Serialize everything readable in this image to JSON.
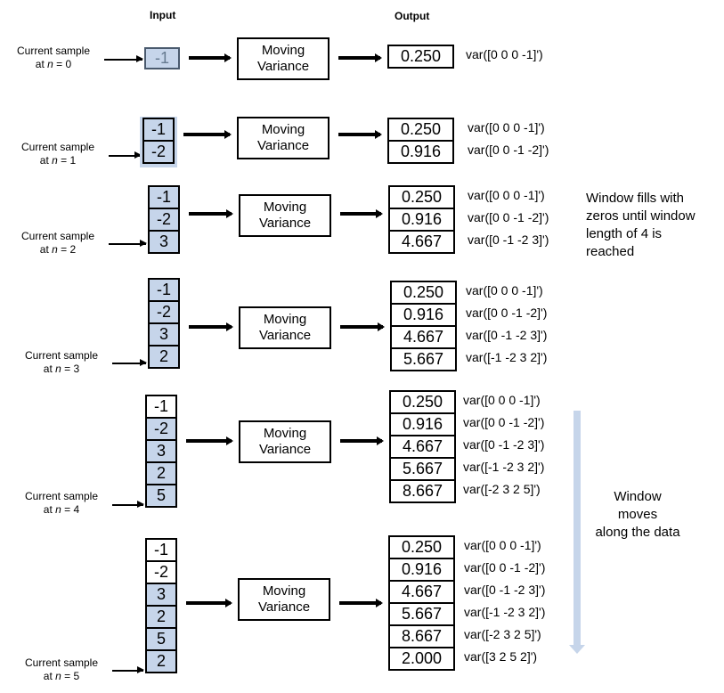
{
  "headers": {
    "input": "Input",
    "output": "Output"
  },
  "block_label": [
    "Moving",
    "Variance"
  ],
  "sample_label_prefix": "Current sample",
  "sample_label_at": "at",
  "sample_label_var": "n",
  "sample_label_eq": "=",
  "steps": [
    {
      "n": "0",
      "inputs": [
        "-1"
      ],
      "highlighted": [
        true
      ],
      "outputs": [
        "0.250"
      ],
      "exprs": [
        "var([0 0 0 -1]')"
      ]
    },
    {
      "n": "1",
      "inputs": [
        "-1",
        "-2"
      ],
      "highlighted": [
        true,
        true
      ],
      "outputs": [
        "0.250",
        "0.916"
      ],
      "exprs": [
        "var([0 0 0 -1]')",
        "var([0 0 -1 -2]')"
      ]
    },
    {
      "n": "2",
      "inputs": [
        "-1",
        "-2",
        "3"
      ],
      "highlighted": [
        true,
        true,
        true
      ],
      "outputs": [
        "0.250",
        "0.916",
        "4.667"
      ],
      "exprs": [
        "var([0 0 0 -1]')",
        "var([0 0 -1 -2]')",
        "var([0 -1 -2 3]')"
      ]
    },
    {
      "n": "3",
      "inputs": [
        "-1",
        "-2",
        "3",
        "2"
      ],
      "highlighted": [
        true,
        true,
        true,
        true
      ],
      "outputs": [
        "0.250",
        "0.916",
        "4.667",
        "5.667"
      ],
      "exprs": [
        "var([0 0 0 -1]')",
        "var([0 0 -1 -2]')",
        "var([0 -1 -2 3]')",
        "var([-1 -2 3 2]')"
      ]
    },
    {
      "n": "4",
      "inputs": [
        "-1",
        "-2",
        "3",
        "2",
        "5"
      ],
      "highlighted": [
        false,
        true,
        true,
        true,
        true
      ],
      "outputs": [
        "0.250",
        "0.916",
        "4.667",
        "5.667",
        "8.667"
      ],
      "exprs": [
        "var([0 0 0 -1]')",
        "var([0 0 -1 -2]')",
        "var([0 -1 -2 3]')",
        "var([-1 -2 3 2]')",
        "var([-2 3 2 5]')"
      ]
    },
    {
      "n": "5",
      "inputs": [
        "-1",
        "-2",
        "3",
        "2",
        "5",
        "2"
      ],
      "highlighted": [
        false,
        false,
        true,
        true,
        true,
        true
      ],
      "outputs": [
        "0.250",
        "0.916",
        "4.667",
        "5.667",
        "8.667",
        "2.000"
      ],
      "exprs": [
        "var([0 0 0 -1]')",
        "var([0 0 -1 -2]')",
        "var([0 -1 -2 3]')",
        "var([-1 -2 3 2]')",
        "var([-2 3 2 5]')",
        "var([3 2 5 2]')"
      ]
    }
  ],
  "notes": {
    "fill": [
      "Window fills with",
      "zeros until window",
      "length of 4 is",
      "reached"
    ],
    "moves": [
      "Window moves",
      "along the data"
    ]
  },
  "colors": {
    "window_highlight": "#c6d5ea",
    "stroke": "#000000"
  }
}
